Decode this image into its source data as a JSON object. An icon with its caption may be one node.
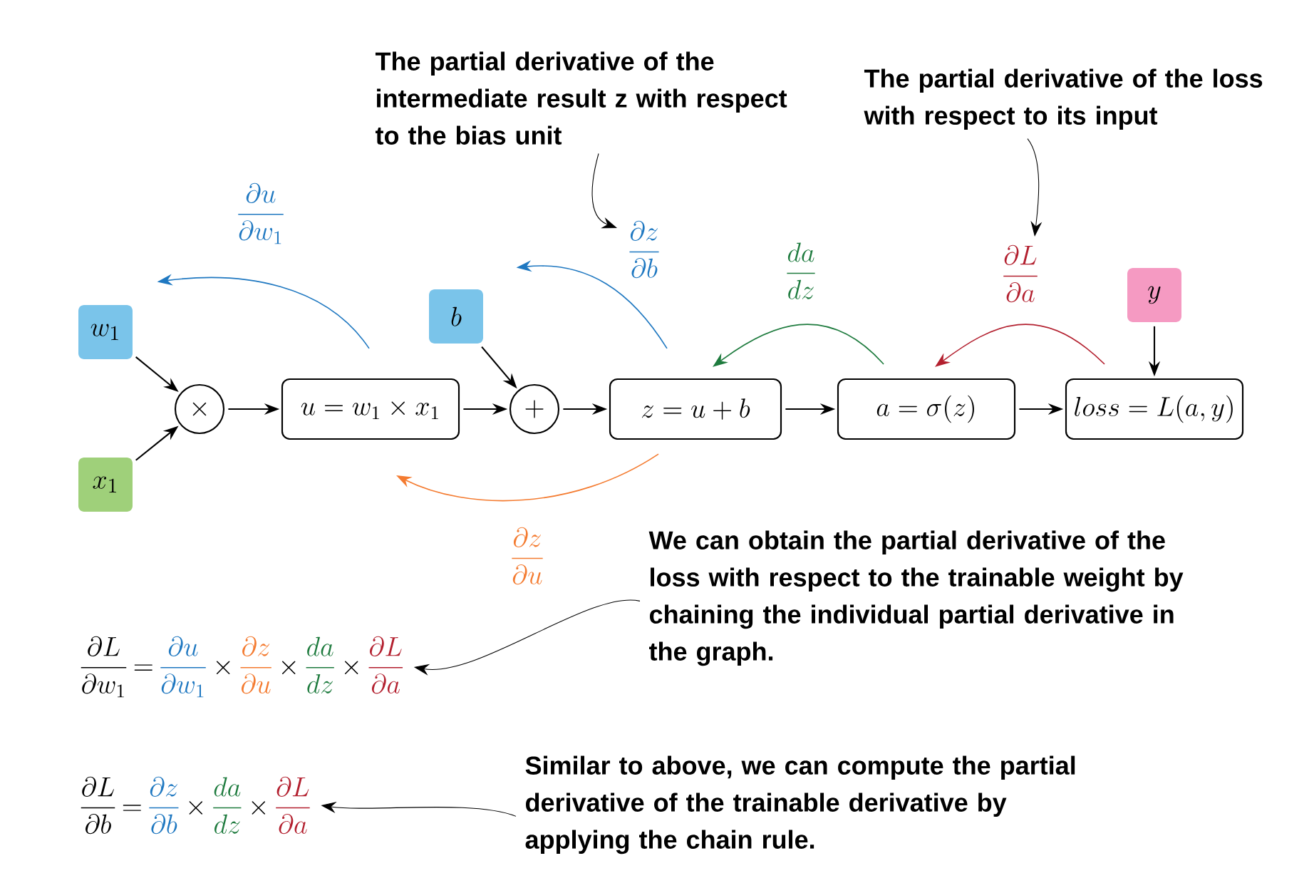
{
  "diagram": {
    "nodes": [
      {
        "text": [
          "w_1"
        ]
      },
      {
        "text": [
          "x_1"
        ]
      },
      {
        "text": [
          "\\times"
        ]
      },
      {
        "text": [
          "u = w_1 \\times x_1"
        ]
      },
      {
        "text": [
          "b"
        ]
      },
      {
        "text": [
          "+"
        ]
      },
      {
        "text": [
          "z = u + b"
        ]
      },
      {
        "text": [
          "a = \\sigma(z)"
        ]
      },
      {
        "text": [
          "y"
        ]
      },
      {
        "text": [
          "loss = L(a, y)"
        ]
      },
      {
        "text": [
          "The partial derivative of the intermediate result z with respect to the bias unit"
        ]
      },
      {
        "text": [
          "The partial derivative of the loss with respect to its input"
        ]
      },
      {
        "text": [
          "\\frac{\\partial L}{\\partial w_1}",
          "=",
          "\\frac{\\partial u}{\\partial w_1}",
          "\\times",
          "\\frac{\\partial z}{\\partial u}",
          "\\times",
          "\\frac{da}{dz}",
          "\\times",
          "\\frac{\\partial L}{\\partial a}"
        ]
      },
      {
        "text": [
          "We can obtain the partial derivative of the loss with respect to the trainable weight by chaining the individual partial derivative in the graph."
        ]
      },
      {
        "text": [
          "\\frac{\\partial L}{\\partial b}",
          "=",
          "\\frac{\\partial z}{\\partial b}",
          "\\times",
          "\\frac{da}{dz}",
          "\\times",
          "\\frac{\\partial L}{\\partial a}"
        ]
      },
      {
        "text": [
          "Similar to above, we can compute the partial derivative of the trainable derivative by applying the chain rule."
        ]
      }
    ],
    "edges": [
      {
        "from": 0,
        "to": 2,
        "arrow": "to"
      },
      {
        "from": 1,
        "to": 2,
        "arrow": "to"
      },
      {
        "from": 2,
        "to": 3,
        "arrow": "to"
      },
      {
        "from": 3,
        "to": 5,
        "arrow": "to"
      },
      {
        "from": 4,
        "to": 5,
        "arrow": "to"
      },
      {
        "from": 5,
        "to": 6,
        "arrow": "to"
      },
      {
        "from": 6,
        "to": 7,
        "arrow": "to"
      },
      {
        "from": 7,
        "to": 9,
        "arrow": "to"
      },
      {
        "from": 8,
        "to": 9,
        "arrow": "to"
      },
      {
        "from": 3,
        "to": 0,
        "arrow": "to",
        "label": "\\frac{\\partial u}{\\partial w_1}",
        "color": "#1f78c1"
      },
      {
        "from": 6,
        "to": 4,
        "arrow": "to",
        "label": "\\frac{\\partial z}{\\partial b}",
        "color": "#1f78c1"
      },
      {
        "from": 7,
        "to": 6,
        "arrow": "to",
        "label": "\\frac{da}{dz}",
        "color": "#1e7b3e"
      },
      {
        "from": 9,
        "to": 7,
        "arrow": "to",
        "label": "\\frac{\\partial L}{\\partial a}",
        "color": "#b3202f"
      },
      {
        "from": 6,
        "to": 3,
        "arrow": "to",
        "label": "\\frac{\\partial z}{\\partial u}",
        "color": "#f47b30"
      },
      {
        "from": 10,
        "to": null,
        "arrow": "to"
      },
      {
        "from": 11,
        "to": null,
        "arrow": "to"
      },
      {
        "from": 13,
        "to": 12,
        "arrow": "to"
      },
      {
        "from": 15,
        "to": 14,
        "arrow": "to"
      }
    ]
  }
}
